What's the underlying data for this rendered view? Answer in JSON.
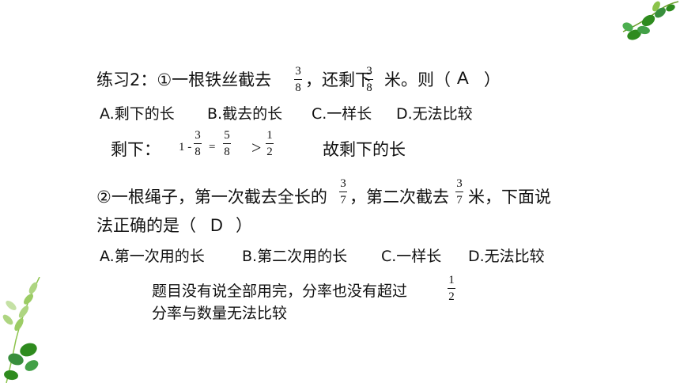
{
  "q1": {
    "prefix": "练习2：①一根铁丝截去",
    "f1": {
      "num": "3",
      "den": "8"
    },
    "mid": "，还剩下",
    "f2": {
      "num": "3",
      "den": "8"
    },
    "suffix": "米。则（",
    "answer": "A",
    "close": "）",
    "options": [
      "A.剩下的长",
      "B.截去的长",
      "C.一样长",
      "D.无法比较"
    ]
  },
  "calc": {
    "label": "剩下：",
    "one_minus": "1 -",
    "f1": {
      "num": "3",
      "den": "8"
    },
    "equals": "=",
    "f2": {
      "num": "5",
      "den": "8"
    },
    "gt": ">",
    "f3": {
      "num": "1",
      "den": "2"
    },
    "conclusion": "故剩下的长"
  },
  "q2": {
    "prefix": "②一根绳子，第一次截去全长的",
    "f1": {
      "num": "3",
      "den": "7"
    },
    "mid": "，第二次截去",
    "f2": {
      "num": "3",
      "den": "7"
    },
    "suffix": "米，下面说",
    "line2": "法正确的是（",
    "answer": "D",
    "close": "）",
    "options": [
      "A.第一次用的长",
      "B.第二次用的长",
      "C.一样长",
      "D.无法比较"
    ]
  },
  "note": {
    "line1": "题目没有说全部用完，分率也没有超过",
    "f": {
      "num": "1",
      "den": "2"
    },
    "line2": "分率与数量无法比较"
  },
  "colors": {
    "leaf_dark": "#2e8b1e",
    "leaf_light": "#8bc34a",
    "stem": "#6a9e2a"
  }
}
